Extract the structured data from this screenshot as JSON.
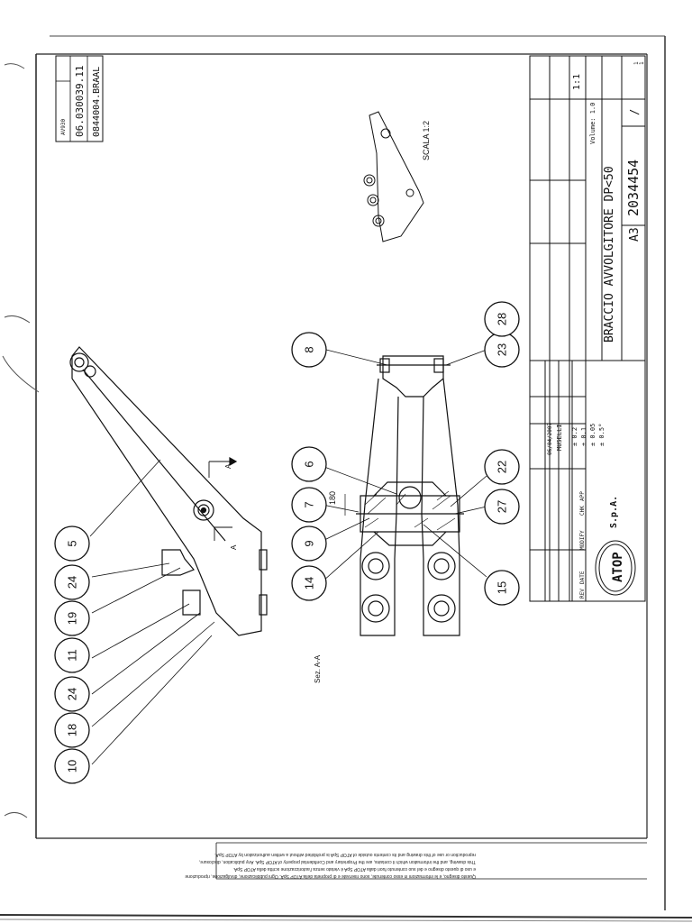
{
  "document": {
    "company": "ATOP",
    "company_suffix": "S.p.A.",
    "title": "BRACCIO AVVOLGITORE DP<50",
    "part_number": "2034454",
    "sheet_size": "A3",
    "sheet": "1",
    "sheet_of": "1",
    "rev": "/",
    "scale": "1:1",
    "volume": "Volume: 1.0",
    "top_code_1": "06.030039.11",
    "top_code_2": "0844004.BRAAL",
    "top_code_label": "AV930",
    "designer": "MUSELLI",
    "date": "06/04/2007",
    "section_label": "Sez. A-A",
    "detail_scale": "SCALA 1:2",
    "dimension": "180",
    "section_marks": [
      "A",
      "A"
    ],
    "tolerances": [
      "± 0.2",
      "± 0.1",
      "± 0.05",
      "± 0.5°"
    ],
    "revision_headers": [
      "REV",
      "DATE",
      "MODIFY",
      "CHK",
      "APP"
    ],
    "disclaimer_lines": [
      "Questo disegno, e le informazioni in esso contenute, sono riservate e di proprietà della ATOP SpA. Ogni pubblicazione, divulgazione, riproduzione",
      "e uso di questo disegno e del suo contenuto fuori dalla ATOP SpA è vietato senza l'autorizzazione scritta della ATOP SpA.",
      "This drawing, and the information which it contains, are the Proprietary and Confidential property of ATOP SpA. Any publication, disclosure,",
      "reproduction or use of this drawing and its contents outside of ATOP SpA is prohibited without a written authorization by ATOP SpA."
    ]
  },
  "balloons": {
    "left": [
      "5",
      "24",
      "19",
      "11",
      "24",
      "18",
      "10"
    ],
    "center": [
      "8",
      "6",
      "7",
      "9",
      "14",
      "22",
      "27",
      "15",
      "23",
      "28"
    ]
  }
}
